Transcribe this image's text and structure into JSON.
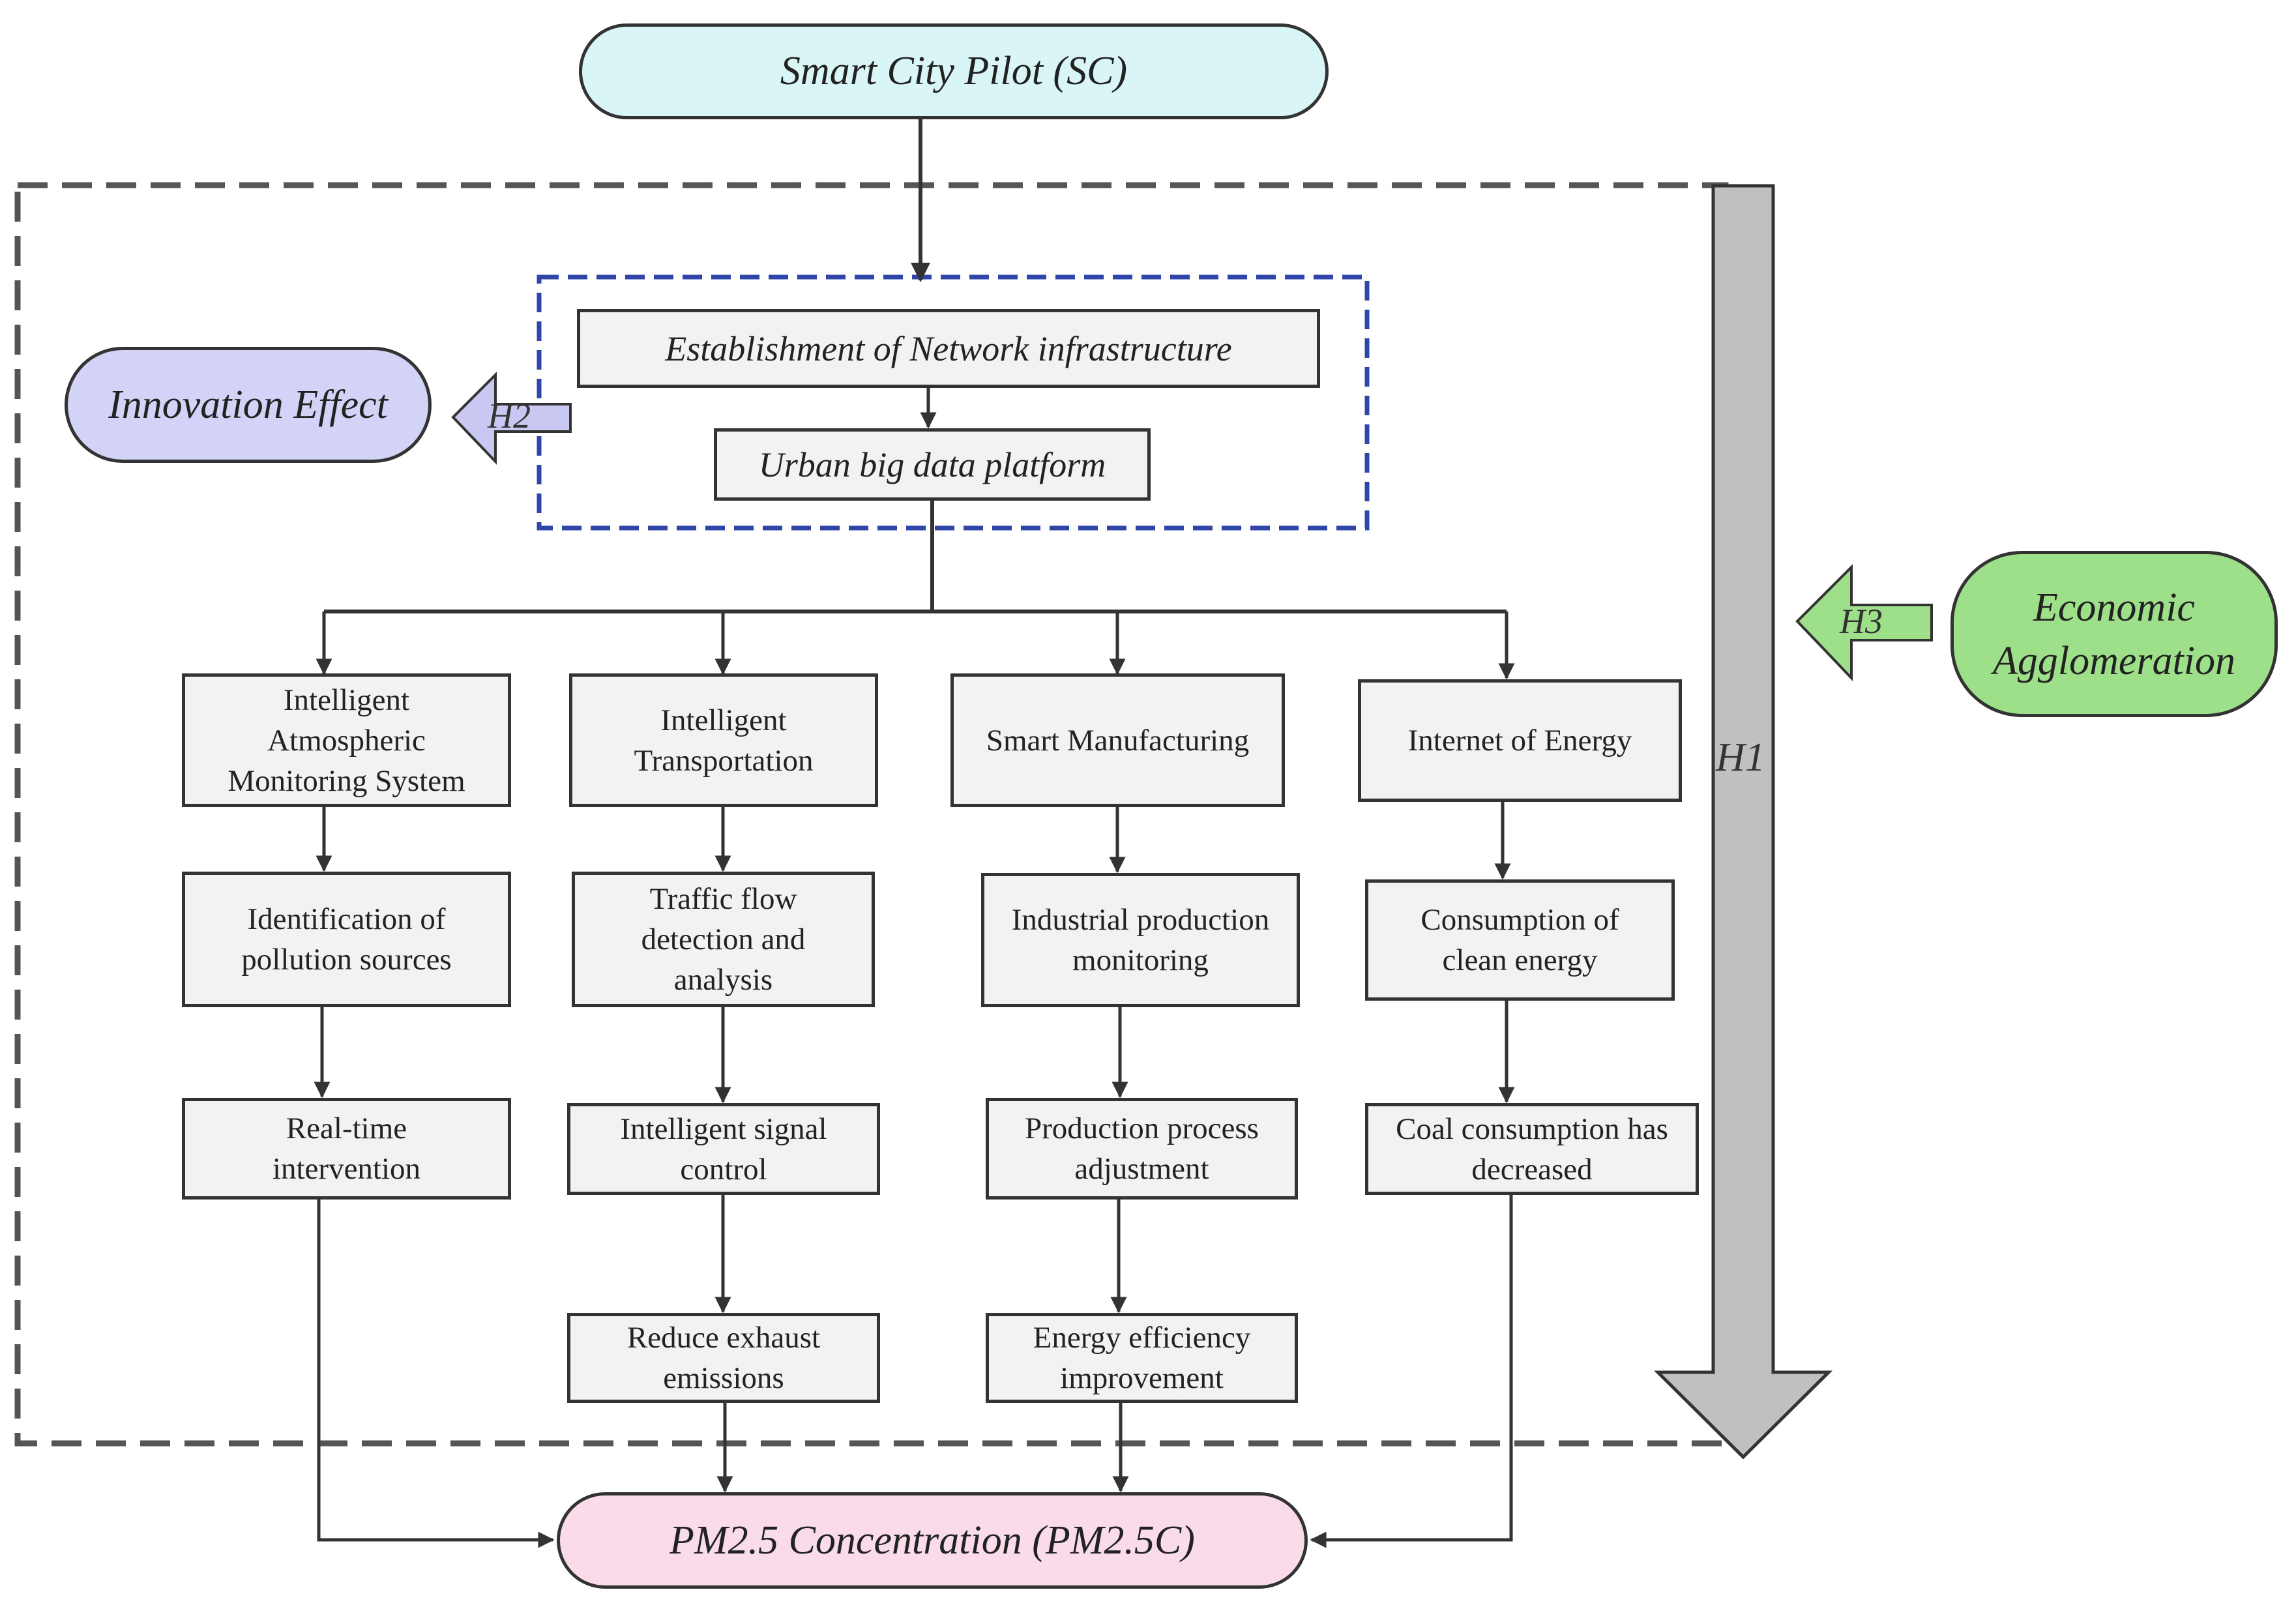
{
  "colors": {
    "top_fill": "#d9f5f6",
    "innovation_fill": "#d3d2f7",
    "economic_fill": "#9ee08a",
    "pm_fill": "#f9dbe9",
    "box_fill": "#f2f2f2",
    "outer_dash": "#555555",
    "inner_dash": "#2f46a8",
    "h1_arrow": "#c0c0c0",
    "h_arrow_fill_h2": "#c8c8f2",
    "h_arrow_fill_h3": "#9ee08a"
  },
  "nodes": {
    "smart_city": "Smart City Pilot (SC)",
    "network": "Establishment of Network infrastructure",
    "big_data": "Urban big data platform",
    "innovation": "Innovation Effect",
    "economic": "Economic\nAgglomeration",
    "pm25": "PM2.5 Concentration (PM2.5C)"
  },
  "labels": {
    "h1": "H1",
    "h2": "H2",
    "h3": "H3"
  },
  "columns": [
    {
      "head": "Intelligent\nAtmospheric\nMonitoring System",
      "steps": [
        "Identification of\npollution sources",
        "Real-time\nintervention"
      ]
    },
    {
      "head": "Intelligent\nTransportation",
      "steps": [
        "Traffic flow\ndetection and\nanalysis",
        "Intelligent signal\ncontrol",
        "Reduce exhaust\nemissions"
      ]
    },
    {
      "head": "Smart Manufacturing",
      "steps": [
        "Industrial production\nmonitoring",
        "Production process\nadjustment",
        "Energy efficiency\nimprovement"
      ]
    },
    {
      "head": "Internet of Energy",
      "steps": [
        "Consumption of\nclean energy",
        "Coal consumption has\ndecreased"
      ]
    }
  ]
}
